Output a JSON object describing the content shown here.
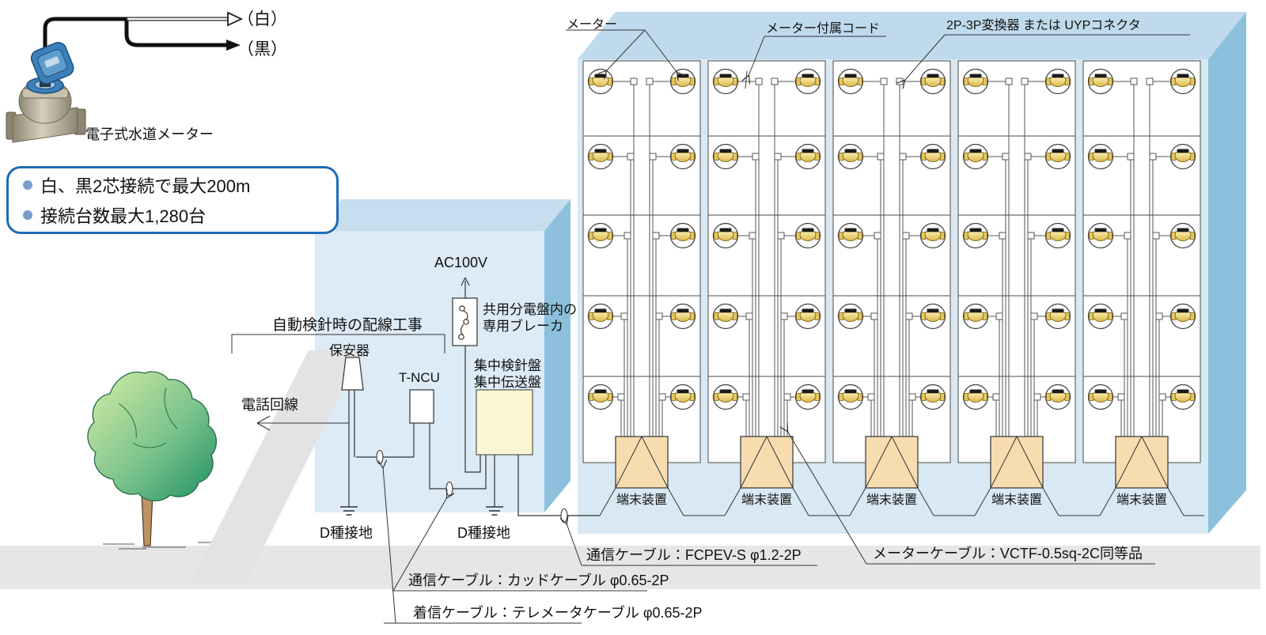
{
  "meter_unit": {
    "white_wire_label": "（白）",
    "black_wire_label": "（黒）",
    "caption": "電子式水道メーター"
  },
  "feature_box": {
    "items": [
      {
        "text": "白、黒2芯接続で最大200m"
      },
      {
        "text": "接続台数最大1,280台"
      }
    ]
  },
  "equipment": {
    "wiring_note": "自動検針時の配線工事",
    "protector_label": "保安器",
    "tncu_label": "T-NCU",
    "phone_line_label": "電話回線",
    "ac_label": "AC100V",
    "breaker_label_line1": "共用分電盤内の",
    "breaker_label_line2": "専用ブレーカ",
    "panel_label_line1": "集中検針盤",
    "panel_label_line2": "集中伝送盤",
    "ground_label": "D種接地"
  },
  "building": {
    "columns": 5,
    "floors": 5,
    "meters_per_floor": 2,
    "meter_label": "メーター",
    "cord_label": "メーター付属コード",
    "converter_label": "2P-3P変換器 または UYPコネクタ",
    "terminal_label": "端末装置"
  },
  "cables": {
    "fcpev": "通信ケーブル：FCPEV-S φ1.2-2P",
    "quad": "通信ケーブル：カッドケーブル φ0.65-2P",
    "telemeter": "着信ケーブル：テレメータケーブル φ0.65-2P",
    "meter_cable": "メーターケーブル：VCTF-0.5sq-2C同等品"
  },
  "colors": {
    "feature_border": "#1e6cb5",
    "bullet": "#7b9cce",
    "building_front": "#d9e9f4",
    "building_roof": "#bfdaec",
    "building_side": "#8cc0dc",
    "terminal_box": "#f7dcb0",
    "collector_panel": "#fcf7d2",
    "meter_gold": "#e8c75a",
    "ground_strip": "#e6e6e6"
  }
}
